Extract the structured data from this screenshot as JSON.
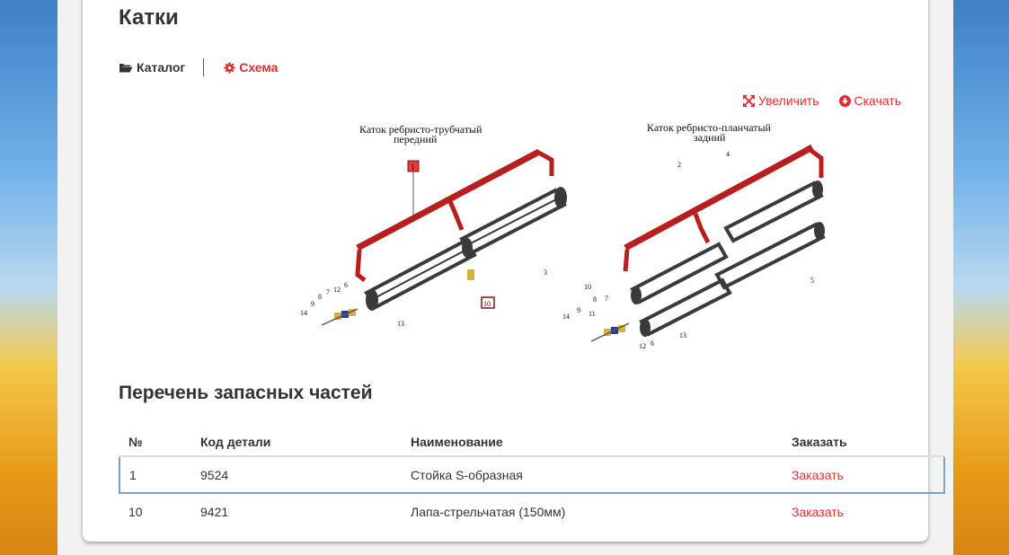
{
  "page": {
    "title": "Катки"
  },
  "tabs": {
    "catalog_label": "Каталог",
    "scheme_label": "Схема"
  },
  "actions": {
    "zoom_label": "Увеличить",
    "download_label": "Скачать"
  },
  "scheme": {
    "left_caption_line1": "Каток ребристо-трубчатый",
    "left_caption_line2": "передний",
    "right_caption_line1": "Каток ребристо-планчатый",
    "right_caption_line2": "задний",
    "marker_1": "1",
    "marker_10": "10",
    "callouts": [
      "14",
      "9",
      "8",
      "7",
      "12",
      "6",
      "3",
      "13",
      "2",
      "4",
      "5",
      "11"
    ]
  },
  "parts": {
    "title": "Перечень запасных частей",
    "columns": [
      "№",
      "Код детали",
      "Наименование",
      "Заказать"
    ],
    "rows": [
      {
        "num": "1",
        "code": "9524",
        "name": "Стойка S-образная",
        "order": "Заказать"
      },
      {
        "num": "10",
        "code": "9421",
        "name": "Лапа-стрельчатая (150мм)",
        "order": "Заказать"
      }
    ]
  },
  "colors": {
    "accent": "#e32c2c",
    "frame_red": "#b81e1e",
    "roller_dark": "#3a3a3a",
    "selection_border": "#7aa0cc"
  }
}
